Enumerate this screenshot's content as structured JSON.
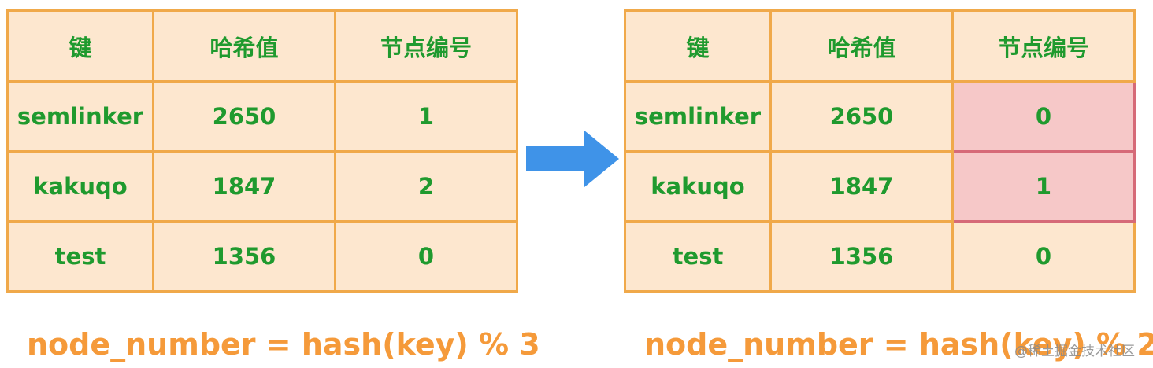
{
  "colors": {
    "table_fill": "#fde7cf",
    "table_border": "#f0a94a",
    "cell_text": "#1f9a2e",
    "changed_fill": "#f6c8c8",
    "changed_border": "#d66a78",
    "formula_text": "#f59a3a",
    "arrow": "#3f93e8"
  },
  "headers": [
    "键",
    "哈希值",
    "节点编号"
  ],
  "left_table": {
    "rows": [
      {
        "key": "semlinker",
        "hash": "2650",
        "node": "1"
      },
      {
        "key": "kakuqo",
        "hash": "1847",
        "node": "2"
      },
      {
        "key": "test",
        "hash": "1356",
        "node": "0"
      }
    ],
    "formula": "node_number = hash(key) % 3"
  },
  "right_table": {
    "rows": [
      {
        "key": "semlinker",
        "hash": "2650",
        "node": "0",
        "changed": true
      },
      {
        "key": "kakuqo",
        "hash": "1847",
        "node": "1",
        "changed": true
      },
      {
        "key": "test",
        "hash": "1356",
        "node": "0",
        "changed": false
      }
    ],
    "formula": "node_number = hash(key) % 2"
  },
  "arrow_icon": "right-arrow-icon",
  "watermark": "@稀土掘金技术社区"
}
